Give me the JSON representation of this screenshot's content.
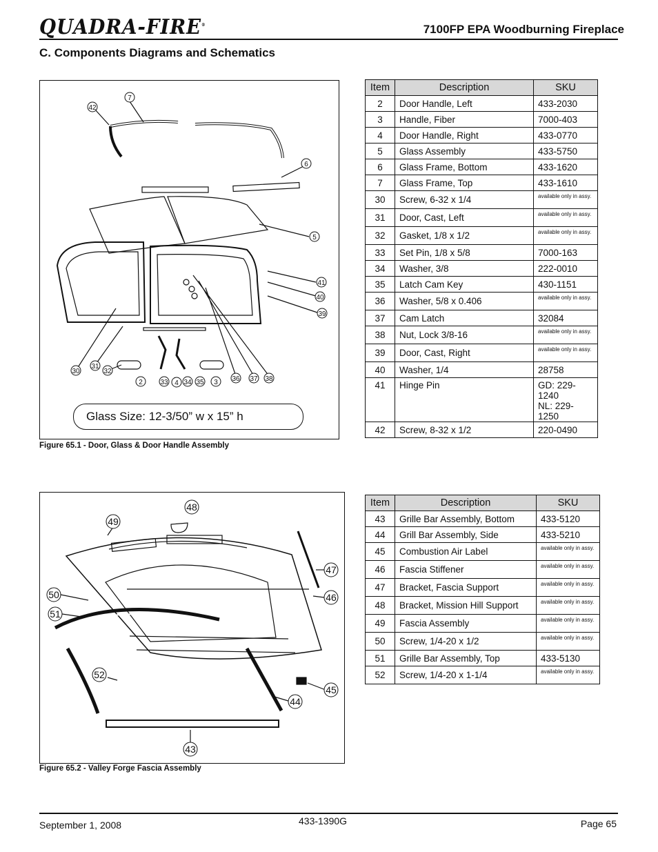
{
  "header": {
    "logo": "QUADRA-FIRE",
    "logo_mark": "®",
    "doc_title": "7100FP EPA Woodburning Fireplace",
    "section_title": "C.  Components Diagrams and Schematics"
  },
  "figure1": {
    "caption": "Figure 65.1 - Door, Glass & Door Handle Assembly",
    "glass_size": "Glass Size:  12-3/50” w x 15” h",
    "callouts": [
      "7",
      "42",
      "6",
      "5",
      "41",
      "40",
      "39",
      "30",
      "31",
      "32",
      "2",
      "33",
      "4",
      "34",
      "35",
      "3",
      "36",
      "37",
      "38"
    ]
  },
  "table1": {
    "headers": [
      "Item",
      "Description",
      "SKU"
    ],
    "rows": [
      {
        "item": "2",
        "desc": "Door Handle, Left",
        "sku": "433-2030"
      },
      {
        "item": "3",
        "desc": "Handle, Fiber",
        "sku": "7000-403"
      },
      {
        "item": "4",
        "desc": "Door Handle, Right",
        "sku": "433-0770"
      },
      {
        "item": "5",
        "desc": "Glass Assembly",
        "sku": "433-5750"
      },
      {
        "item": "6",
        "desc": "Glass Frame, Bottom",
        "sku": "433-1620"
      },
      {
        "item": "7",
        "desc": "Glass Frame, Top",
        "sku": "433-1610"
      },
      {
        "item": "30",
        "desc": "Screw, 6-32 x 1/4",
        "sku": "available only in assy."
      },
      {
        "item": "31",
        "desc": "Door, Cast, Left",
        "sku": "available only in assy."
      },
      {
        "item": "32",
        "desc": "Gasket, 1/8 x 1/2",
        "sku": "available only in assy."
      },
      {
        "item": "33",
        "desc": "Set Pin, 1/8 x 5/8",
        "sku": "7000-163"
      },
      {
        "item": "34",
        "desc": "Washer, 3/8",
        "sku": "222-0010"
      },
      {
        "item": "35",
        "desc": "Latch Cam Key",
        "sku": "430-1151"
      },
      {
        "item": "36",
        "desc": "Washer, 5/8 x 0.406",
        "sku": "available only in assy."
      },
      {
        "item": "37",
        "desc": "Cam Latch",
        "sku": "32084"
      },
      {
        "item": "38",
        "desc": "Nut, Lock 3/8-16",
        "sku": "available only in assy."
      },
      {
        "item": "39",
        "desc": "Door, Cast, Right",
        "sku": "available only in assy."
      },
      {
        "item": "40",
        "desc": "Washer, 1/4",
        "sku": "28758"
      },
      {
        "item": "41",
        "desc": "Hinge Pin",
        "sku": "GD: 229-1240\nNL: 229-1250"
      },
      {
        "item": "42",
        "desc": "Screw, 8-32 x 1/2",
        "sku": "220-0490"
      }
    ]
  },
  "figure2": {
    "caption": "Figure 65.2 - Valley Forge Fascia Assembly",
    "callouts": [
      "48",
      "49",
      "47",
      "50",
      "46",
      "51",
      "52",
      "45",
      "44",
      "43"
    ]
  },
  "table2": {
    "headers": [
      "Item",
      "Description",
      "SKU"
    ],
    "rows": [
      {
        "item": "43",
        "desc": "Grille Bar Assembly, Bottom",
        "sku": "433-5120"
      },
      {
        "item": "44",
        "desc": "Grill Bar Assembly, Side",
        "sku": "433-5210"
      },
      {
        "item": "45",
        "desc": "Combustion Air Label",
        "sku": "available only in assy."
      },
      {
        "item": "46",
        "desc": "Fascia Stiffener",
        "sku": "available only in assy."
      },
      {
        "item": "47",
        "desc": "Bracket, Fascia Support",
        "sku": "available only in assy."
      },
      {
        "item": "48",
        "desc": "Bracket, Mission Hill Support",
        "sku": "available only in assy."
      },
      {
        "item": "49",
        "desc": "Fascia Assembly",
        "sku": "available only in assy."
      },
      {
        "item": "50",
        "desc": "Screw, 1/4-20 x 1/2",
        "sku": "available only in assy."
      },
      {
        "item": "51",
        "desc": "Grille Bar Assembly, Top",
        "sku": "433-5130"
      },
      {
        "item": "52",
        "desc": "Screw, 1/4-20 x 1-1/4",
        "sku": "available only in assy."
      }
    ]
  },
  "footer": {
    "date": "September 1, 2008",
    "doc_number": "433-1390G",
    "page": "Page  65"
  }
}
